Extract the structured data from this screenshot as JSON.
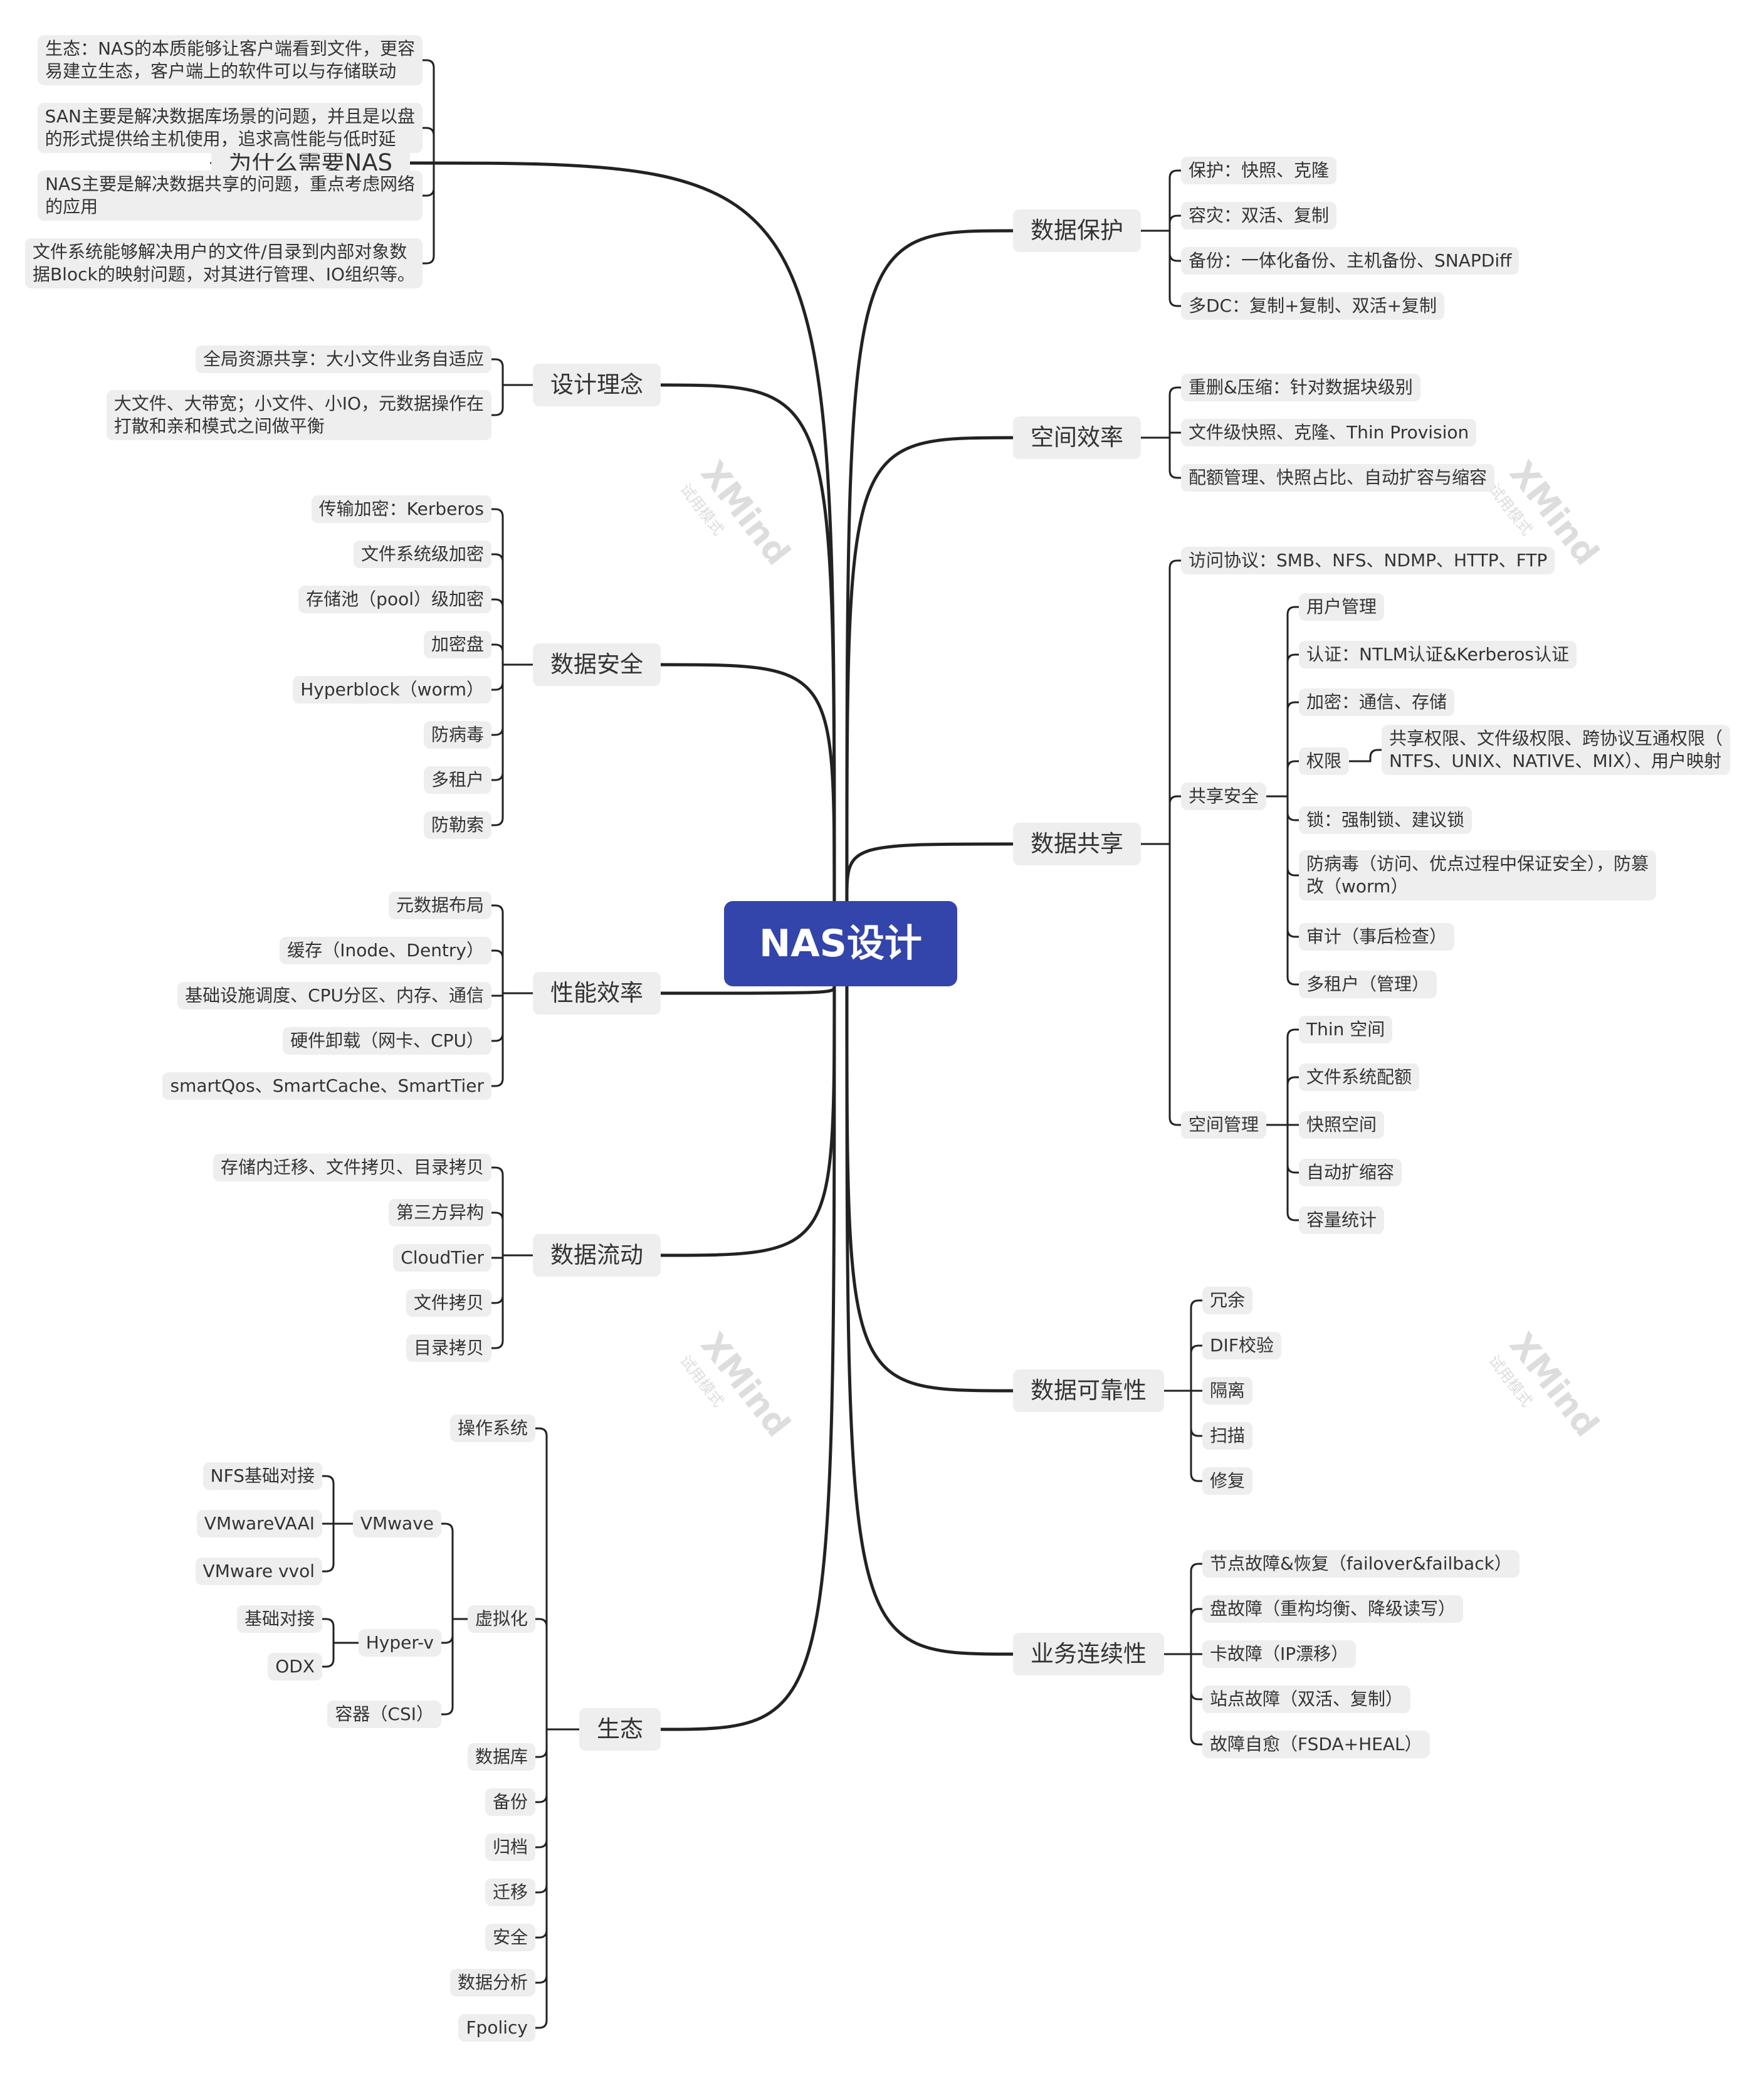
{
  "root": "NAS设计",
  "watermark": {
    "brand": "XMind",
    "sub": "试用模式"
  },
  "branches": [
    {
      "label": "为什么需要NAS",
      "side": "left",
      "children": [
        {
          "label": "生态：NAS的本质能够让客户端看到文件，更容\n易建立生态，客户端上的软件可以与存储联动"
        },
        {
          "label": "SAN主要是解决数据库场景的问题，并且是以盘\n的形式提供给主机使用，追求高性能与低时延"
        },
        {
          "label": "NAS主要是解决数据共享的问题，重点考虑网络\n的应用"
        },
        {
          "label": "文件系统能够解决用户的文件/目录到内部对象数\n据Block的映射问题，对其进行管理、IO组织等。"
        }
      ]
    },
    {
      "label": "设计理念",
      "side": "left",
      "children": [
        {
          "label": "全局资源共享：大小文件业务自适应"
        },
        {
          "label": "大文件、大带宽；小文件、小IO，元数据操作在\n打散和亲和模式之间做平衡"
        }
      ]
    },
    {
      "label": "数据安全",
      "side": "left",
      "children": [
        {
          "label": "传输加密：Kerberos"
        },
        {
          "label": "文件系统级加密"
        },
        {
          "label": "存储池（pool）级加密"
        },
        {
          "label": "加密盘"
        },
        {
          "label": "Hyperblock（worm）"
        },
        {
          "label": "防病毒"
        },
        {
          "label": "多租户"
        },
        {
          "label": "防勒索"
        }
      ]
    },
    {
      "label": "性能效率",
      "side": "left",
      "children": [
        {
          "label": "元数据布局"
        },
        {
          "label": "缓存（Inode、Dentry）"
        },
        {
          "label": "基础设施调度、CPU分区、内存、通信"
        },
        {
          "label": "硬件卸载（网卡、CPU）"
        },
        {
          "label": "smartQos、SmartCache、SmartTier"
        }
      ]
    },
    {
      "label": "数据流动",
      "side": "left",
      "children": [
        {
          "label": "存储内迁移、文件拷贝、目录拷贝"
        },
        {
          "label": "第三方异构"
        },
        {
          "label": "CloudTier"
        },
        {
          "label": "文件拷贝"
        },
        {
          "label": "目录拷贝"
        }
      ]
    },
    {
      "label": "生态",
      "side": "left",
      "children": [
        {
          "label": "操作系统"
        },
        {
          "label": "虚拟化",
          "children": [
            {
              "label": "VMwave",
              "children": [
                {
                  "label": "NFS基础对接"
                },
                {
                  "label": "VMwareVAAI"
                },
                {
                  "label": "VMware vvol"
                }
              ]
            },
            {
              "label": "Hyper-v",
              "children": [
                {
                  "label": "基础对接"
                },
                {
                  "label": "ODX"
                }
              ]
            },
            {
              "label": "容器（CSI）"
            }
          ]
        },
        {
          "label": "数据库"
        },
        {
          "label": "备份"
        },
        {
          "label": "归档"
        },
        {
          "label": "迁移"
        },
        {
          "label": "安全"
        },
        {
          "label": "数据分析"
        },
        {
          "label": "Fpolicy"
        }
      ]
    },
    {
      "label": "数据保护",
      "side": "right",
      "children": [
        {
          "label": "保护：快照、克隆"
        },
        {
          "label": "容灾：双活、复制"
        },
        {
          "label": "备份：一体化备份、主机备份、SNAPDiff"
        },
        {
          "label": "多DC：复制+复制、双活+复制"
        }
      ]
    },
    {
      "label": "空间效率",
      "side": "right",
      "children": [
        {
          "label": "重删&压缩：针对数据块级别"
        },
        {
          "label": "文件级快照、克隆、Thin Provision"
        },
        {
          "label": "配额管理、快照占比、自动扩容与缩容"
        }
      ]
    },
    {
      "label": "数据共享",
      "side": "right",
      "children": [
        {
          "label": "访问协议：SMB、NFS、NDMP、HTTP、FTP"
        },
        {
          "label": "共享安全",
          "children": [
            {
              "label": "用户管理"
            },
            {
              "label": "认证：NTLM认证&Kerberos认证"
            },
            {
              "label": "加密：通信、存储"
            },
            {
              "label": "权限",
              "children": [
                {
                  "label": "共享权限、文件级权限、跨协议互通权限（\nNTFS、UNIX、NATIVE、MIX）、用户映射"
                }
              ]
            },
            {
              "label": "锁：强制锁、建议锁"
            },
            {
              "label": "防病毒（访问、优点过程中保证安全），防篡\n改（worm）"
            },
            {
              "label": "审计（事后检查）"
            },
            {
              "label": "多租户（管理）"
            }
          ]
        },
        {
          "label": "空间管理",
          "children": [
            {
              "label": "Thin 空间"
            },
            {
              "label": "文件系统配额"
            },
            {
              "label": "快照空间"
            },
            {
              "label": "自动扩缩容"
            },
            {
              "label": "容量统计"
            }
          ]
        }
      ]
    },
    {
      "label": "数据可靠性",
      "side": "right",
      "children": [
        {
          "label": "冗余"
        },
        {
          "label": "DIF校验"
        },
        {
          "label": "隔离"
        },
        {
          "label": "扫描"
        },
        {
          "label": "修复"
        }
      ]
    },
    {
      "label": "业务连续性",
      "side": "right",
      "children": [
        {
          "label": "节点故障&恢复（failover&failback）"
        },
        {
          "label": "盘故障（重构均衡、降级读写）"
        },
        {
          "label": "卡故障（IP漂移）"
        },
        {
          "label": "站点故障（双活、复制）"
        },
        {
          "label": "故障自愈（FSDA+HEAL）"
        }
      ]
    }
  ]
}
